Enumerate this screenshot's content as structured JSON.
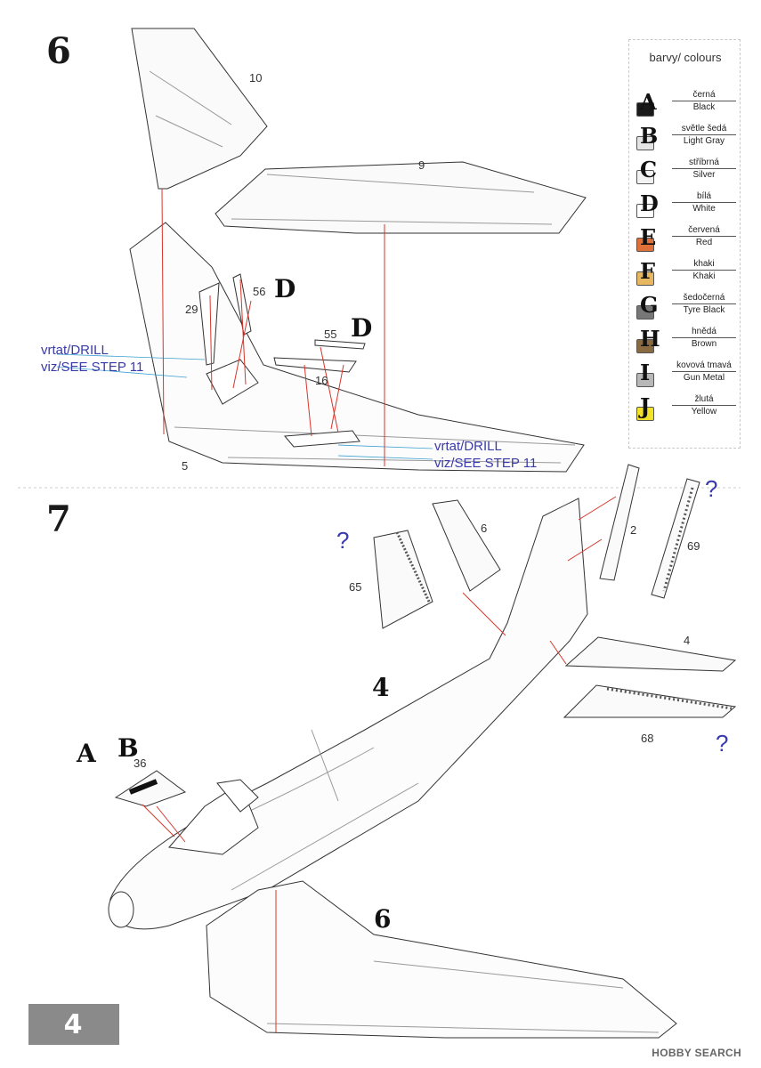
{
  "step6": {
    "number": "6",
    "parts": {
      "p10": "10",
      "p9": "9",
      "p29": "29",
      "p56": "56",
      "p55": "55",
      "p16": "16",
      "p5": "5"
    },
    "color_ref_56": "D",
    "color_ref_55": "D",
    "drill_left": {
      "line1": "vrtat/DRILL",
      "line2": "viz/SEE STEP 11"
    },
    "drill_right": {
      "line1": "vrtat/DRILL",
      "line2": "viz/SEE STEP 11"
    }
  },
  "legend": {
    "title": "barvy/ colours",
    "items": [
      {
        "letter": "A",
        "cz": "černá",
        "en": "Black",
        "color": "#1a1a1a"
      },
      {
        "letter": "B",
        "cz": "světle šedá",
        "en": "Light Gray",
        "color": "#e4e4e4"
      },
      {
        "letter": "C",
        "cz": "stříbrná",
        "en": "Silver",
        "color": "#f2f2f2"
      },
      {
        "letter": "D",
        "cz": "bílá",
        "en": "White",
        "color": "#ffffff"
      },
      {
        "letter": "E",
        "cz": "červená",
        "en": "Red",
        "color": "#e0703a"
      },
      {
        "letter": "F",
        "cz": "khaki",
        "en": "Khaki",
        "color": "#e8b860"
      },
      {
        "letter": "G",
        "cz": "šedočerná",
        "en": "Tyre Black",
        "color": "#777777"
      },
      {
        "letter": "H",
        "cz": "hnědá",
        "en": "Brown",
        "color": "#8a6a40"
      },
      {
        "letter": "I",
        "cz": "kovová tmavá",
        "en": "Gun Metal",
        "color": "#b8b8b8"
      },
      {
        "letter": "J",
        "cz": "žlutá",
        "en": "Yellow",
        "color": "#f2e22a"
      }
    ]
  },
  "step7": {
    "number": "7",
    "parts": {
      "p6": "6",
      "p2": "2",
      "p69": "69",
      "p65": "65",
      "p4": "4",
      "p68": "68",
      "p36": "36"
    },
    "fuselage_label": "4",
    "wing_label": "6",
    "color_ref_a": "A",
    "color_ref_b": "B",
    "question": "?"
  },
  "page_number": "4",
  "footer": "HOBBY SEARCH"
}
